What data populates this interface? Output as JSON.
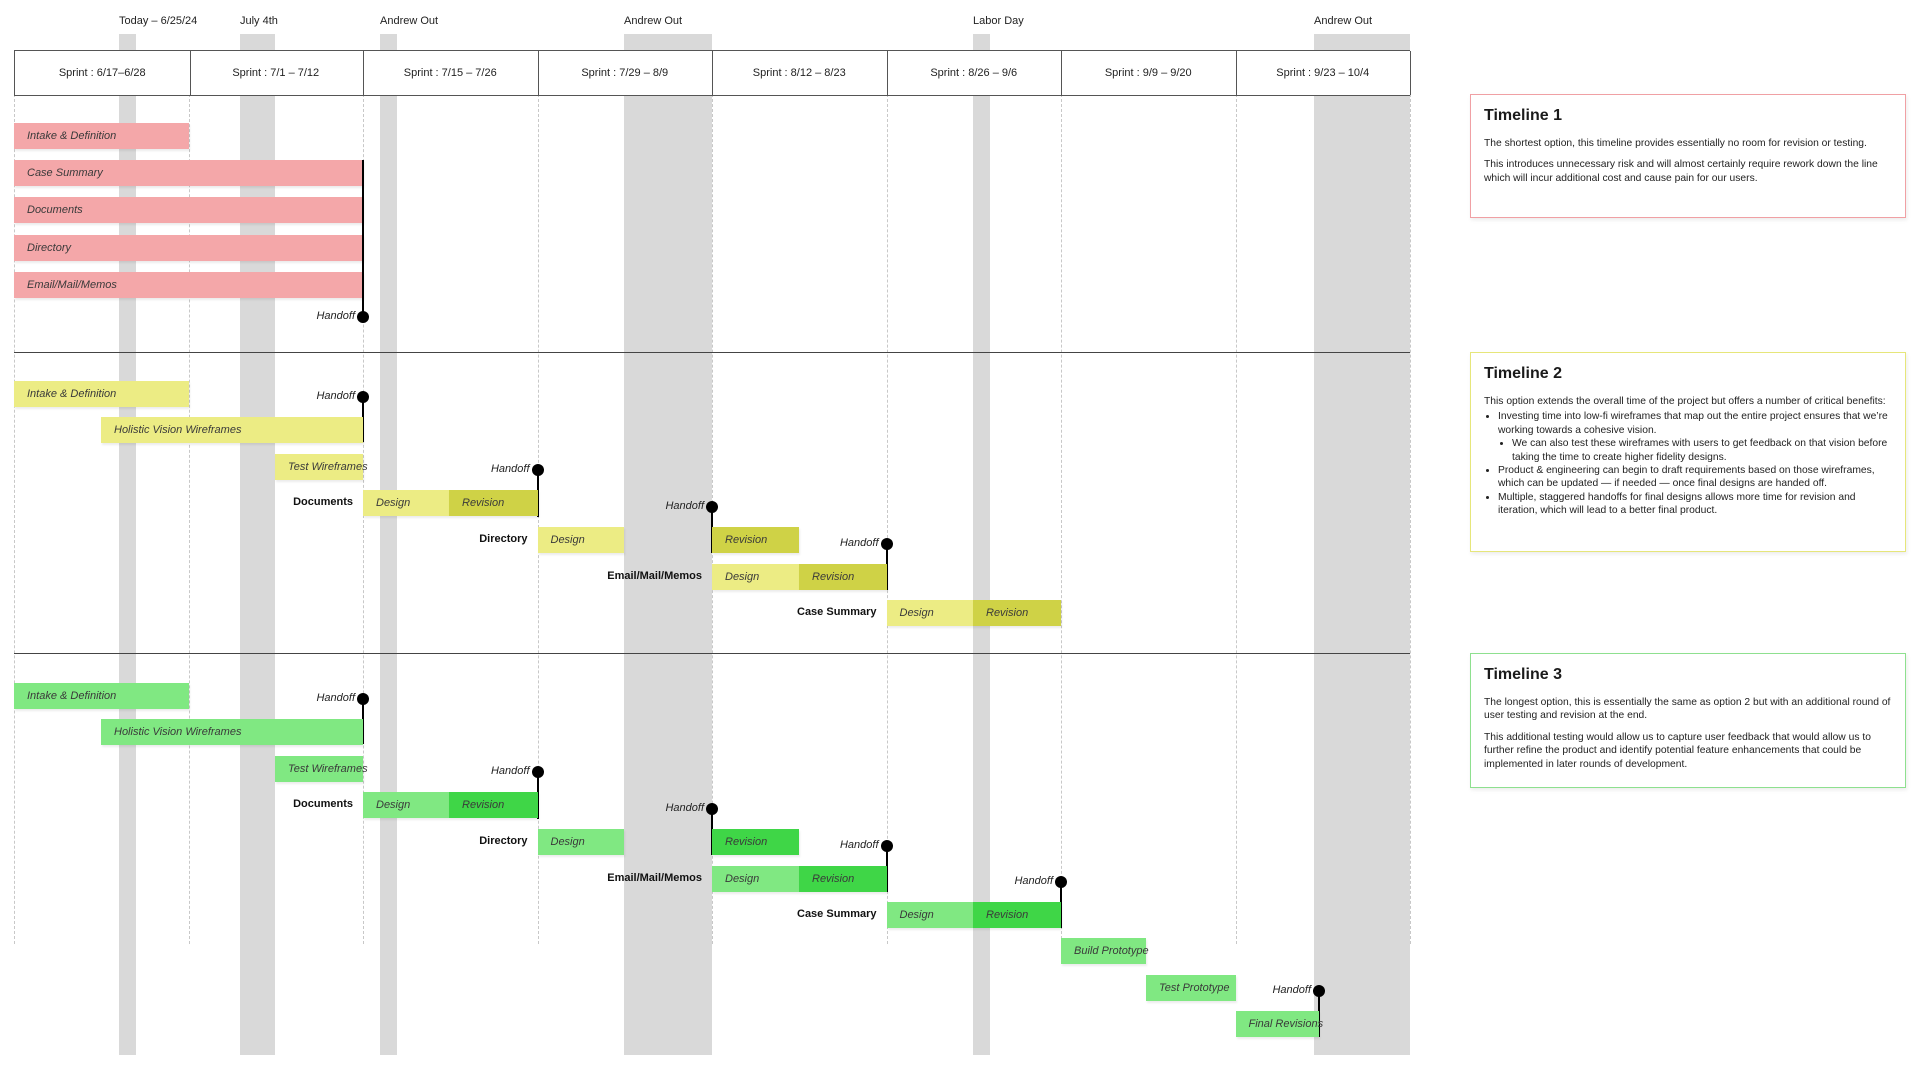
{
  "colors": {
    "timeline1_bar": "#f4a7a9",
    "timeline2_design": "#ecec84",
    "timeline2_revision": "#cfd246",
    "timeline3_design": "#80e882",
    "timeline3_revision": "#3fd647",
    "event_band": "#d9d9d9",
    "note1_border": "#f0a0a4",
    "note2_border": "#e6e67a",
    "note3_border": "#8ee08f"
  },
  "events": [
    "Today – 6/25/24",
    "July 4th",
    "Andrew Out",
    "Andrew Out",
    "Labor Day",
    "Andrew Out"
  ],
  "sprints": [
    "Sprint : 6/17–6/28",
    "Sprint : 7/1 – 7/12",
    "Sprint : 7/15 – 7/26",
    "Sprint : 7/29 – 8/9",
    "Sprint : 8/12 – 8/23",
    "Sprint : 8/26 – 9/6",
    "Sprint : 9/9 – 9/20",
    "Sprint : 9/23 – 10/4"
  ],
  "labels": {
    "handoff": "Handoff",
    "design": "Design",
    "revision": "Revision",
    "intake": "Intake & Definition",
    "case_summary": "Case Summary",
    "documents": "Documents",
    "directory": "Directory",
    "email": "Email/Mail/Memos",
    "holistic": "Holistic Vision Wireframes",
    "test_wireframes": "Test Wireframes",
    "build_prototype": "Build Prototype",
    "test_prototype": "Test Prototype",
    "final_revisions": "Final Revisions"
  },
  "notes": {
    "timeline1": {
      "title": "Timeline 1",
      "p1": "The shortest option, this timeline provides essentially no room for revision or testing.",
      "p2": "This introduces unnecessary risk and will almost certainly require rework down the line which will incur additional cost and cause pain for our users."
    },
    "timeline2": {
      "title": "Timeline 2",
      "p1": "This option extends the overall time of the project but offers a number of critical benefits:",
      "b1": "Investing time into low-fi wireframes that map out the entire project ensures that we’re working towards a cohesive vision.",
      "b1a": "We can also test these wireframes with users to get feedback on that vision before taking the time to create higher fidelity designs.",
      "b2": "Product & engineering can begin to draft requirements based on those wireframes, which can be updated — if needed — once final designs are handed off.",
      "b3": "Multiple, staggered handoffs for final designs allows more time for revision and iteration, which will lead to a better final product."
    },
    "timeline3": {
      "title": "Timeline 3",
      "p1": "The longest option, this is essentially the same as option 2 but with an additional round of user testing and revision at the end.",
      "p2": "This additional testing would allow us to capture user feedback that would allow us to further refine the product and identify potential feature enhancements that could be implemented in later rounds of development."
    }
  }
}
